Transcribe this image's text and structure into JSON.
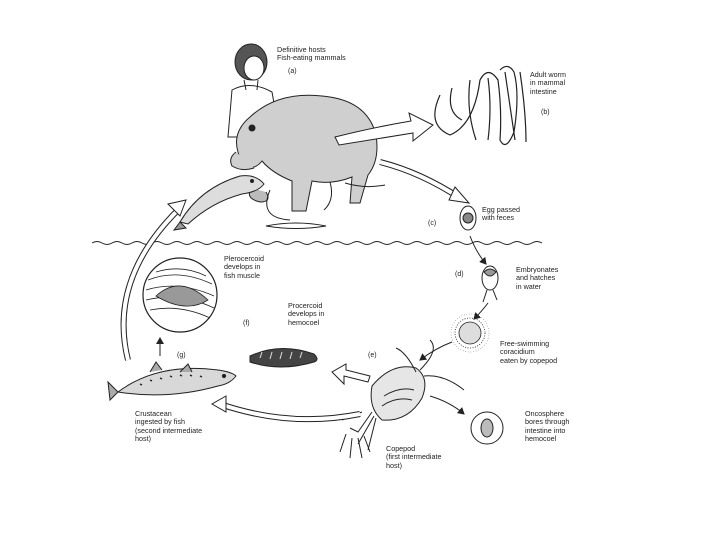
{
  "labels": {
    "a": {
      "tag": "(a)",
      "text": "Definitive hosts\nFish-eating mammals"
    },
    "b": {
      "tag": "(b)",
      "text": "Adult worm\nin mammal\nintestine"
    },
    "c": {
      "tag": "(c)",
      "text": "Egg passed\nwith feces"
    },
    "d": {
      "tag": "(d)",
      "text": "Embryonates\nand hatches\nin water"
    },
    "coracidium": {
      "text": "Free-swimming\ncoracidium\neaten by copepod"
    },
    "oncosphere": {
      "text": "Oncosphere\nbores through\nintestine into\nhemocoel"
    },
    "e": {
      "tag": "(e)",
      "text": "Copepod\n(first intermediate\nhost)"
    },
    "f": {
      "tag": "(f)",
      "text": "Procercoid\ndevelops in\nhemocoel"
    },
    "g": {
      "tag": "(g)",
      "text": "Crustacean\ningested by fish\n(second intermediate\nhost)"
    },
    "plerocercoid": {
      "text": "Plerocercoid\ndevelops in\nfish muscle"
    }
  },
  "icons": [
    "human-figure",
    "bear-figure",
    "fish-figure",
    "adult-worm",
    "egg",
    "embryo",
    "coracidium",
    "copepod",
    "procercoid",
    "oncosphere",
    "salmon",
    "plerocercoid-inset"
  ],
  "colors": {
    "ink": "#222222",
    "arrow_fill": "#ffffff"
  }
}
